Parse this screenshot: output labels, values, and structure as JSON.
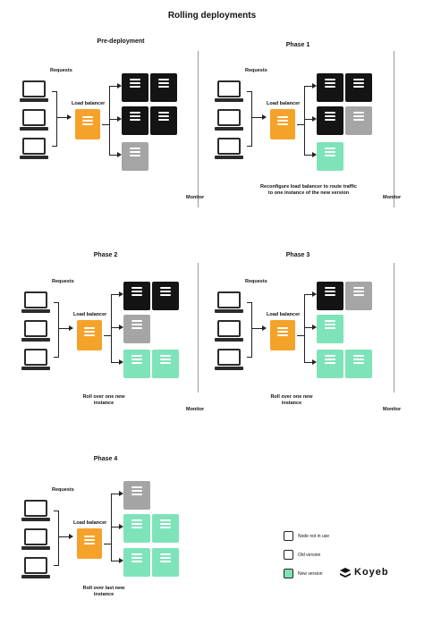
{
  "title": "Rolling deployments",
  "monitor_label": "Monitor",
  "requests_label": "Requests",
  "load_balancer_label": "Load balancer",
  "phases": [
    {
      "title": "Pre-deployment",
      "caption": ""
    },
    {
      "title": "Phase 1",
      "caption": "Reconfigure load balancer to route traffic to one instance of the new version"
    },
    {
      "title": "Phase 2",
      "caption": "Roll over one new instance"
    },
    {
      "title": "Phase 3",
      "caption": "Roll over one new instance"
    },
    {
      "title": "Phase 4",
      "caption": "Roll over last new instance"
    }
  ],
  "legend": {
    "unused": "Node not in use",
    "old": "Old version",
    "new": "New version"
  },
  "colors": {
    "old": "#141414",
    "unused": "#a5a5a5",
    "new": "#7fe3b9",
    "load_balancer": "#f5a22b"
  },
  "brand": "Koyeb"
}
